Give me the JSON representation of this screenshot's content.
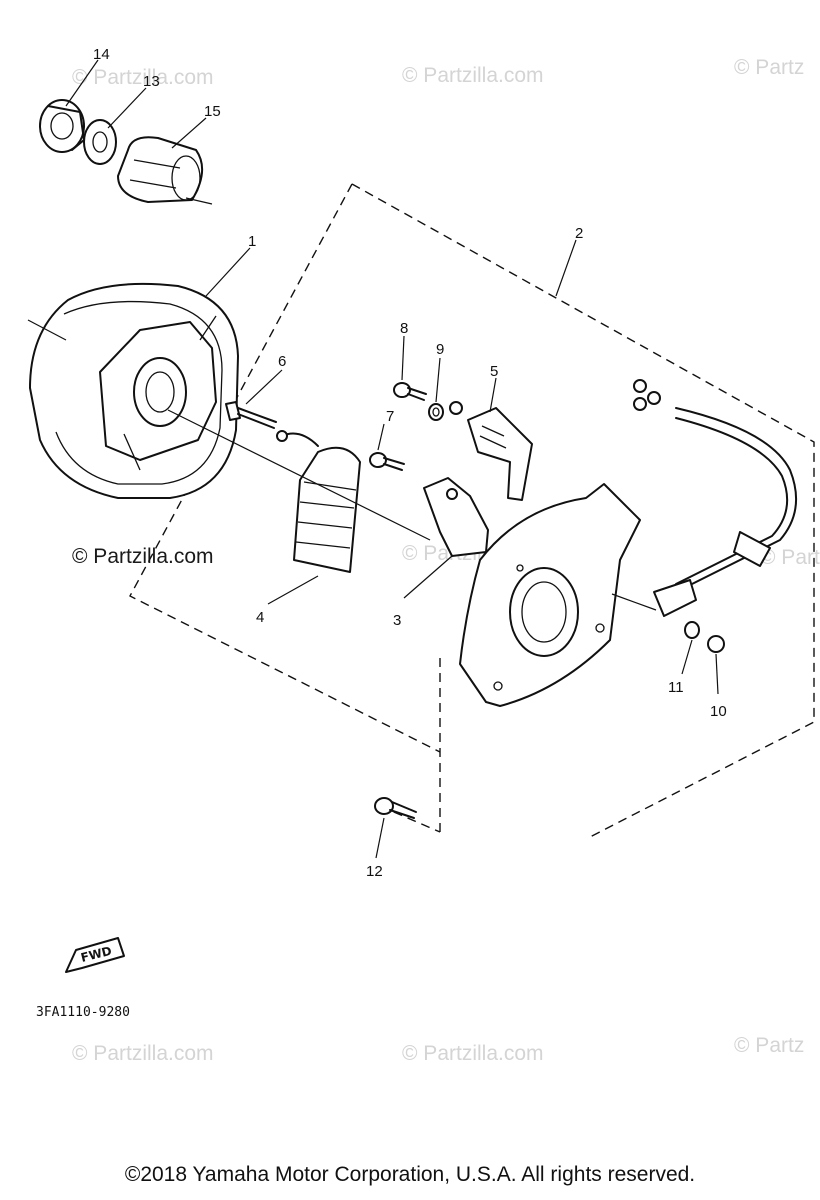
{
  "diagram": {
    "callouts": [
      {
        "id": "1",
        "label": "1"
      },
      {
        "id": "2",
        "label": "2"
      },
      {
        "id": "3",
        "label": "3"
      },
      {
        "id": "4",
        "label": "4"
      },
      {
        "id": "5",
        "label": "5"
      },
      {
        "id": "6",
        "label": "6"
      },
      {
        "id": "7",
        "label": "7"
      },
      {
        "id": "8",
        "label": "8"
      },
      {
        "id": "9",
        "label": "9"
      },
      {
        "id": "10",
        "label": "10"
      },
      {
        "id": "11",
        "label": "11"
      },
      {
        "id": "12",
        "label": "12"
      },
      {
        "id": "13",
        "label": "13"
      },
      {
        "id": "14",
        "label": "14"
      },
      {
        "id": "15",
        "label": "15"
      }
    ],
    "direction_label": "FWD",
    "part_code": "3FA1110-9280"
  },
  "watermark": {
    "text": "© Partzilla.com",
    "text_clipped": "© Partz",
    "text_inline": "© Partzilla.com"
  },
  "footer": {
    "copyright": "©2018 Yamaha Motor Corporation, U.S.A. All rights reserved."
  }
}
